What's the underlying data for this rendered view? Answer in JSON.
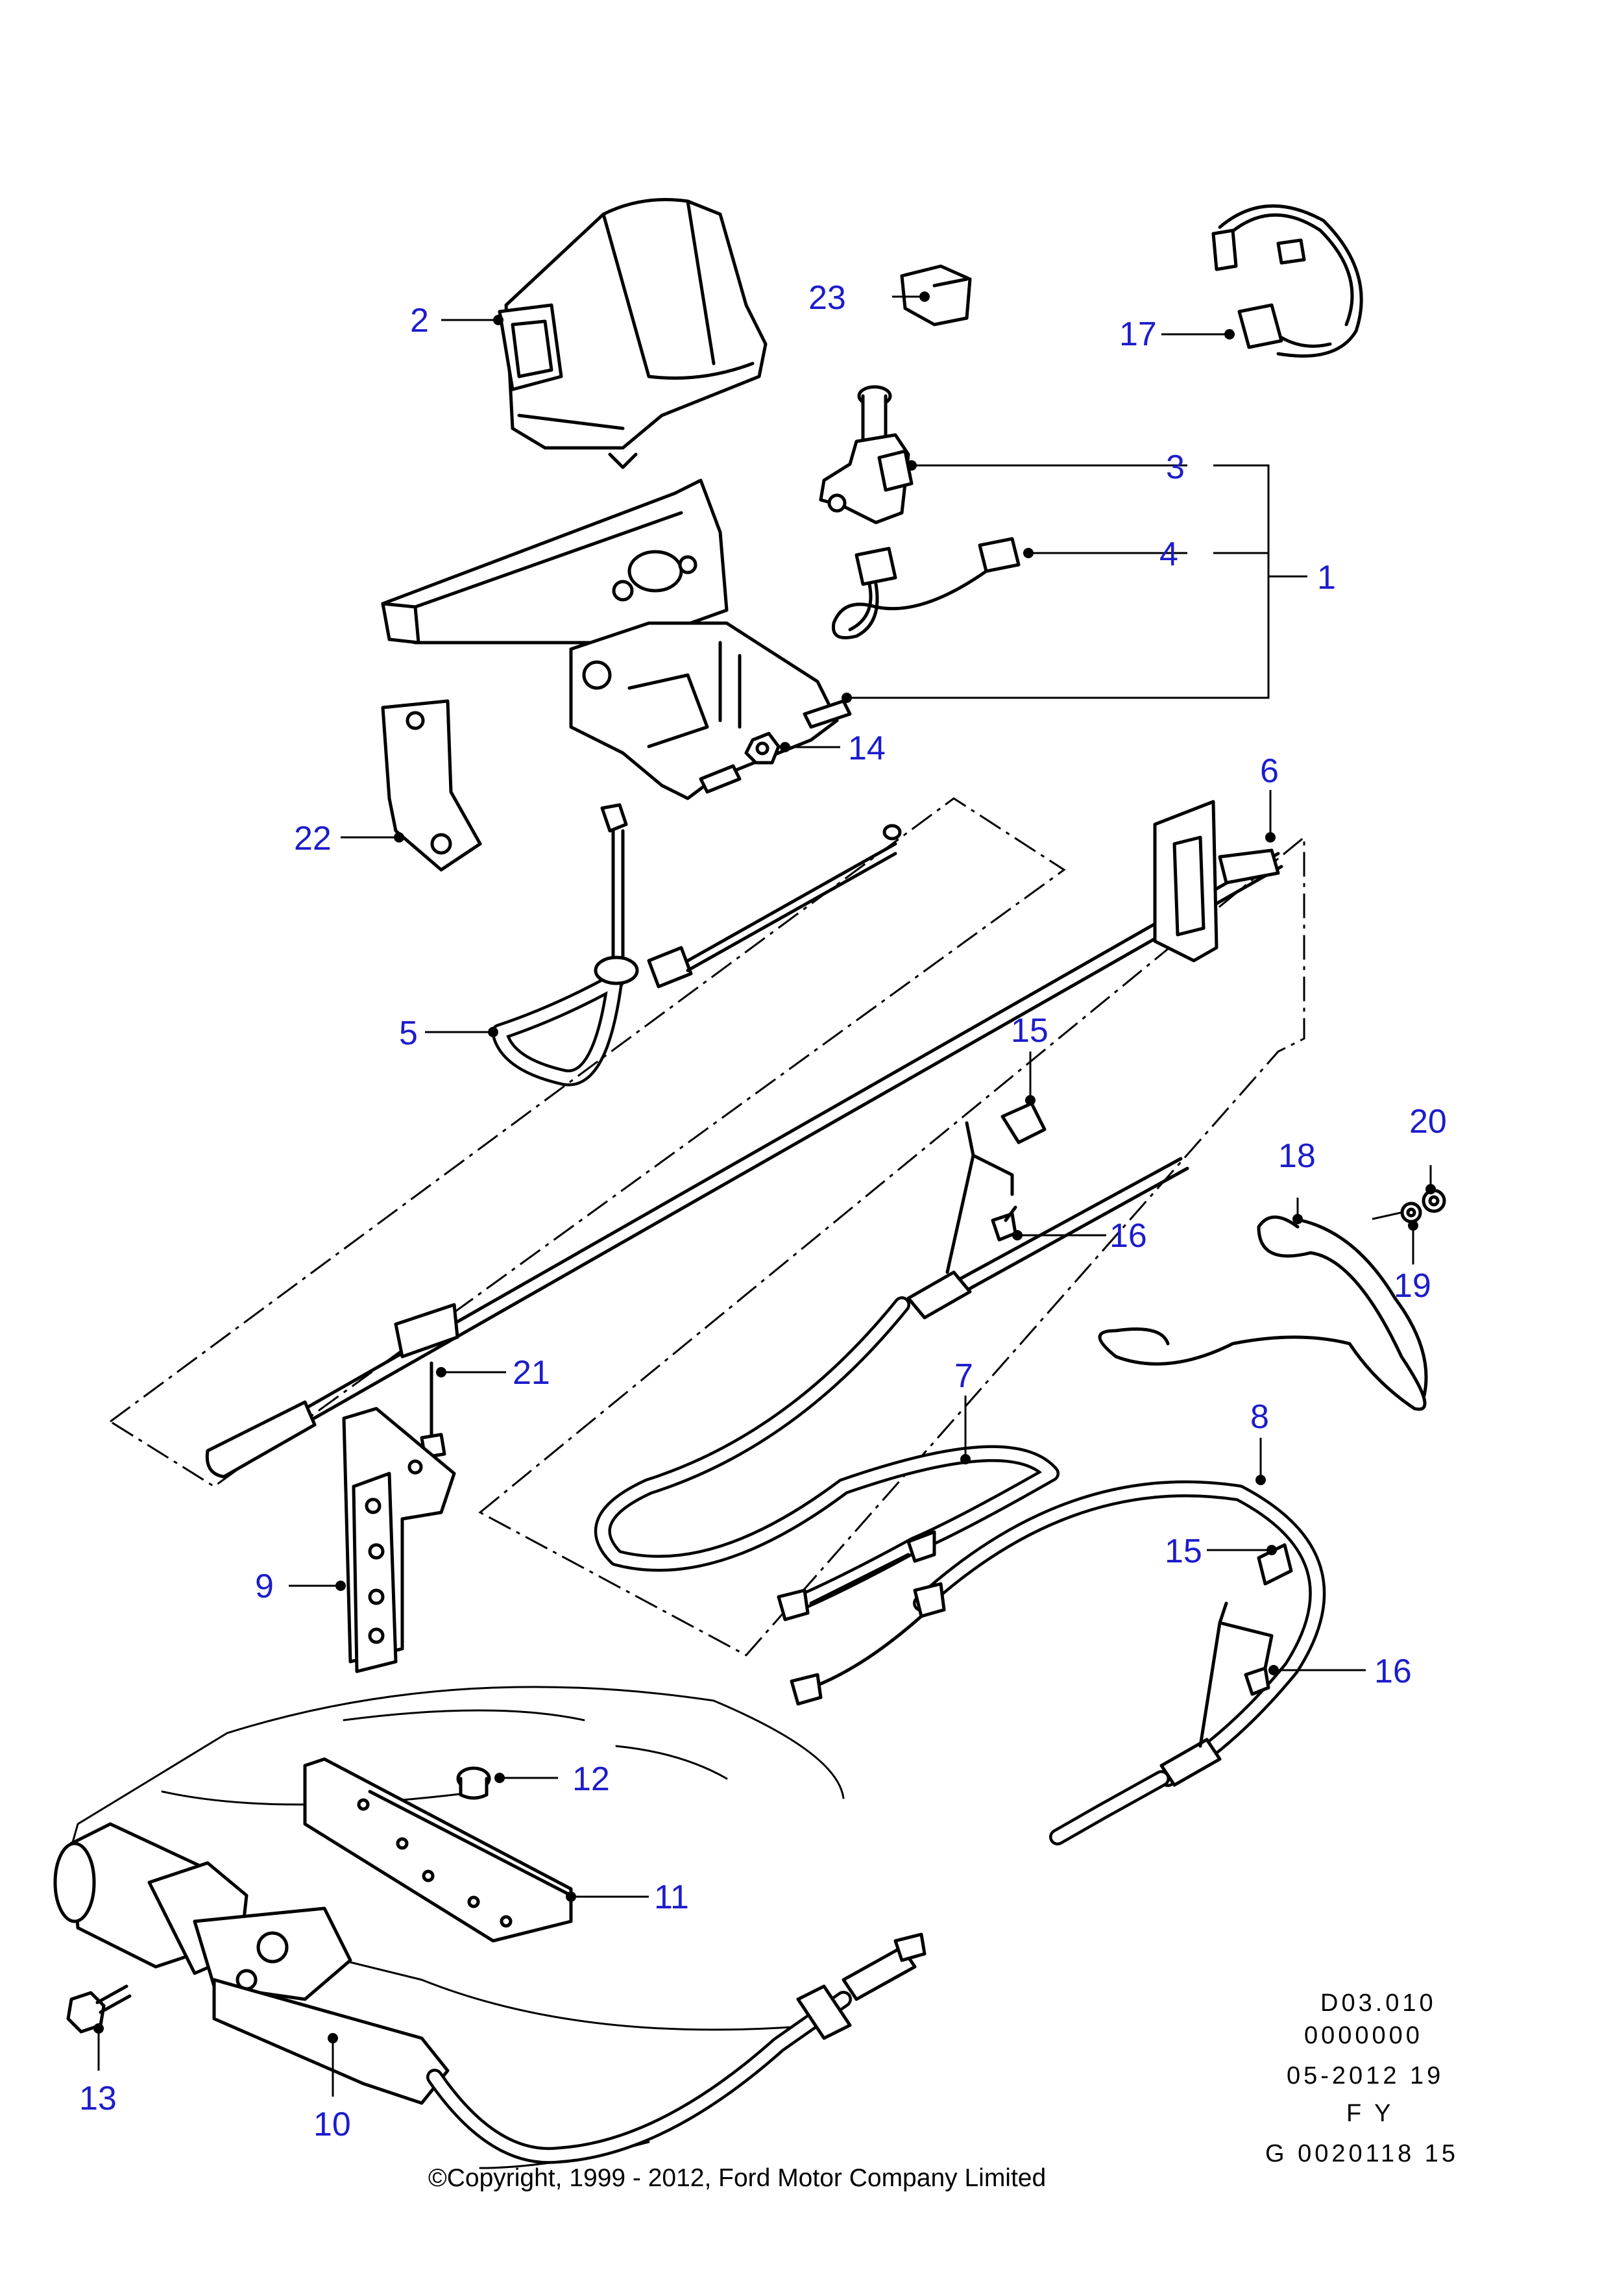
{
  "callouts": {
    "c1": "1",
    "c2": "2",
    "c3": "3",
    "c4": "4",
    "c5": "5",
    "c6": "6",
    "c7": "7",
    "c8": "8",
    "c9": "9",
    "c10": "10",
    "c11": "11",
    "c12": "12",
    "c13": "13",
    "c14": "14",
    "c15a": "15",
    "c15b": "15",
    "c16a": "16",
    "c16b": "16",
    "c17": "17",
    "c18": "18",
    "c19": "19",
    "c20": "20",
    "c21": "21",
    "c22": "22",
    "c23": "23"
  },
  "info_block": {
    "line1": "D03.010",
    "line2": "0000000",
    "line3": "05-2012 19",
    "line4": "F Y",
    "line5": "G 0020118 15"
  },
  "copyright": "©Copyright, 1999 - 2012, Ford Motor Company Limited",
  "colors": {
    "callout": "#1c1ccc",
    "line": "#000000",
    "background": "#ffffff"
  }
}
